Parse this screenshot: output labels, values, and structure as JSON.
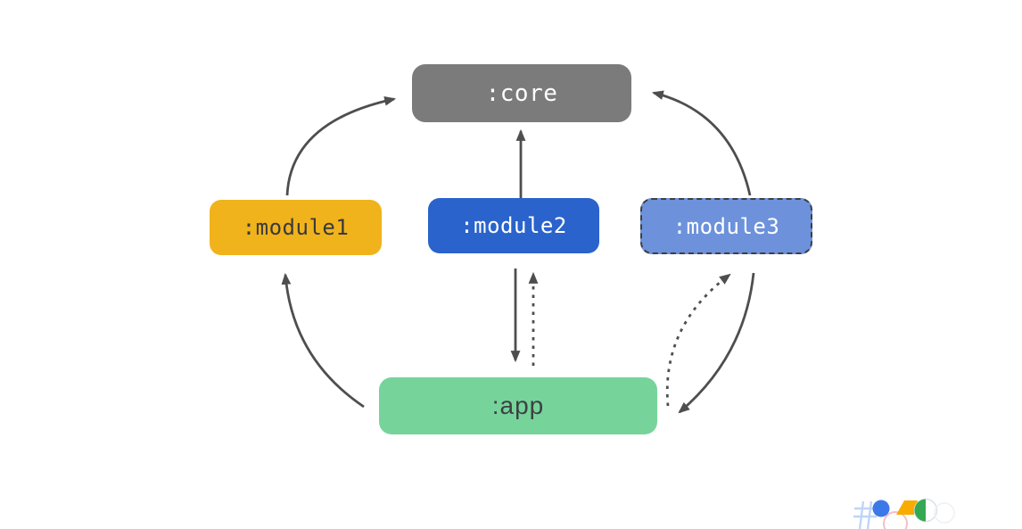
{
  "diagram": {
    "background": "#ffffff",
    "edge_color": "#4e4e4e",
    "nodes": {
      "core": {
        "label": ":core",
        "fill": "#7b7b7b",
        "text_color": "#ffffff"
      },
      "module1": {
        "label": ":module1",
        "fill": "#f1b31c",
        "text_color": "#3a3a3a"
      },
      "module2": {
        "label": ":module2",
        "fill": "#2a63cb",
        "text_color": "#ffffff"
      },
      "module3": {
        "label": ":module3",
        "fill": "#6d92db",
        "text_color": "#ffffff",
        "border_style": "dashed",
        "border_color": "#3f3f3f"
      },
      "app": {
        "label": ":app",
        "fill": "#76d49b",
        "text_color": "#3c4043"
      }
    },
    "edges": [
      {
        "from": "module1",
        "to": "core",
        "style": "solid"
      },
      {
        "from": "module2",
        "to": "core",
        "style": "solid"
      },
      {
        "from": "module3",
        "to": "core",
        "style": "solid"
      },
      {
        "from": "module2",
        "to": "app",
        "style": "solid"
      },
      {
        "from": "app",
        "to": "module2",
        "style": "dashed"
      },
      {
        "from": "app",
        "to": "module1",
        "style": "solid"
      },
      {
        "from": "app",
        "to": "module3",
        "style": "dashed"
      },
      {
        "from": "module3",
        "to": "app",
        "style": "solid"
      }
    ]
  },
  "logo": {
    "name": "google-io-logo",
    "colors": {
      "blue_dot": "#3d78e8",
      "yellow_shape": "#f9ab00",
      "green_shape": "#34a853",
      "pink_outline": "#f6bec4",
      "hash_outline": "#bfd5f8",
      "faint_outline": "#dde2e6"
    }
  }
}
